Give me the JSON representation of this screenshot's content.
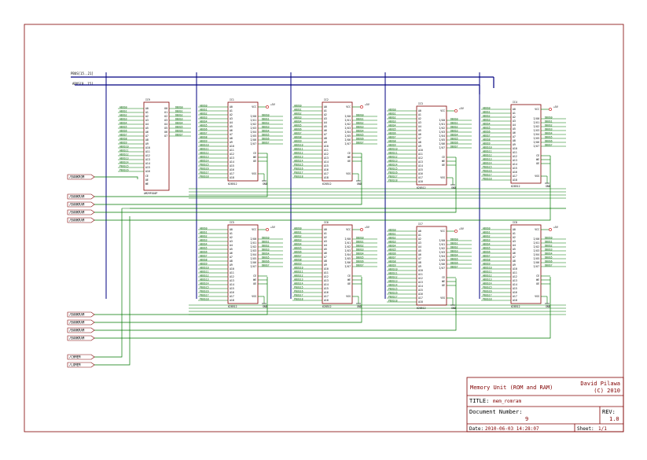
{
  "colors": {
    "frame": "#800000",
    "wire": "#007800",
    "bus": "#000080",
    "part": "#800000",
    "text": "#000000",
    "power": "#c00000"
  },
  "buses": {
    "pbus": "PBUS[15..21]",
    "abus": "ABUS[0..15]"
  },
  "rom": {
    "ref": "IC9",
    "part": "AM29F010P",
    "nets_left": [
      "ABUS0",
      "ABUS1",
      "ABUS2",
      "ABUS3",
      "ABUS4",
      "ABUS5",
      "ABUS6",
      "ABUS7",
      "ABUS8",
      "ABUS9",
      "ABUS10",
      "ABUS11",
      "ABUS12",
      "ABUS13",
      "ABUS14",
      "PBUS15",
      "PBUS16"
    ],
    "pins_left": [
      "A0",
      "A1",
      "A2",
      "A3",
      "A4",
      "A5",
      "A6",
      "A7",
      "A8",
      "A9",
      "A10",
      "A11",
      "A12",
      "A13",
      "A14",
      "A15",
      "A16"
    ],
    "pins_right": [
      "O0",
      "O1",
      "O2",
      "O3",
      "O4",
      "O5",
      "O6",
      "O7"
    ],
    "nets_right": [
      "DBUS0",
      "DBUS1",
      "DBUS2",
      "DBUS3",
      "DBUS4",
      "DBUS5",
      "DBUS6",
      "DBUS7"
    ],
    "pins_ctrl": [
      "CE",
      "OE",
      "WE"
    ],
    "signal": "/BANKROM"
  },
  "ram": {
    "part": "628512",
    "refs": [
      "IC1",
      "IC2",
      "IC3",
      "IC4",
      "IC5",
      "IC6",
      "IC7",
      "IC8"
    ],
    "pins_left": [
      "A0",
      "A1",
      "A2",
      "A3",
      "A4",
      "A5",
      "A6",
      "A7",
      "A8",
      "A9",
      "A10",
      "A11",
      "A12",
      "A13",
      "A14",
      "A15",
      "A16",
      "A17",
      "A18"
    ],
    "nets_left": [
      "ABUS0",
      "ABUS1",
      "ABUS2",
      "ABUS3",
      "ABUS4",
      "ABUS5",
      "ABUS6",
      "ABUS7",
      "ABUS8",
      "ABUS9",
      "ABUS10",
      "ABUS11",
      "ABUS12",
      "ABUS13",
      "ABUS14",
      "PBUS15",
      "PBUS16",
      "PBUS17",
      "PBUS18"
    ],
    "pins_right": [
      "I/O0",
      "I/O1",
      "I/O2",
      "I/O3",
      "I/O4",
      "I/O5",
      "I/O6",
      "I/O7"
    ],
    "nets_right": [
      "DBUS0",
      "DBUS1",
      "DBUS2",
      "DBUS3",
      "DBUS4",
      "DBUS5",
      "DBUS6",
      "DBUS7"
    ],
    "pins_ctrl": [
      "CE",
      "WE",
      "OE"
    ],
    "vcc": "VCC",
    "vss": "VSS",
    "gnd": "GND",
    "v5": "+5V"
  },
  "signals": {
    "bankram": "/BANKRAM",
    "bankrom": "/BANKROM",
    "chmem": "/CHMEM",
    "lomem": "/LOMEM"
  },
  "title_block": {
    "description": "Memory Unit (ROM and RAM)",
    "author": "David Pilawa",
    "copyright": "(C) 2010",
    "title_label": "TITLE:",
    "title_value": "mem_romram",
    "docnum_label": "Document Number:",
    "docnum_value": "9",
    "rev_label": "REV:",
    "rev_value": "1.0",
    "date_label": "Date:",
    "date_value": "2010-06-03 14:28:07",
    "sheet_label": "Sheet:",
    "sheet_value": "1/1"
  }
}
